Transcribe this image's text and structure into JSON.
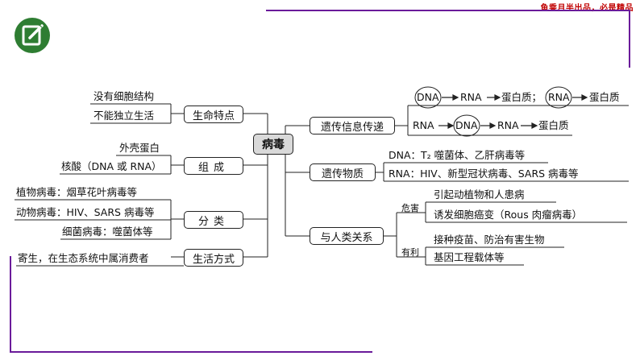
{
  "brand": "鱼乘月半出品，必是精品",
  "icons": {
    "note": "edit-note-icon"
  },
  "colors": {
    "frame": "#6a1b9a",
    "icon_bg": "#2e7d32",
    "brand_text": "#c00000",
    "center_fill": "#d9d9d9"
  },
  "center": "病毒",
  "left": {
    "features": {
      "label": "生命特点",
      "items": [
        "没有细胞结构",
        "不能独立生活"
      ]
    },
    "composition": {
      "label": "组成",
      "items": [
        "外壳蛋白",
        "核酸（DNA 或 RNA）"
      ]
    },
    "classification": {
      "label": "分类",
      "items": [
        "植物病毒：烟草花叶病毒等",
        "动物病毒：HIV、SARS 病毒等",
        "细菌病毒：噬菌体等"
      ]
    },
    "lifestyle": {
      "label": "生活方式",
      "item": "寄生，在生态系统中属消费者"
    }
  },
  "right": {
    "transfer": {
      "label": "遗传信息传递",
      "row1": {
        "a": "DNA",
        "b": "RNA",
        "c": "蛋白质；",
        "d": "RNA",
        "e": "蛋白质"
      },
      "row2": {
        "a": "RNA",
        "b": "DNA",
        "c": "RNA",
        "d": "蛋白质"
      }
    },
    "material": {
      "label": "遗传物质",
      "items": [
        "DNA：T₂ 噬菌体、乙肝病毒等",
        "RNA：HIV、新型冠状病毒、SARS 病毒等"
      ]
    },
    "relation": {
      "label": "与人类关系",
      "harm": {
        "label": "危害",
        "items": [
          "引起动植物和人患病",
          "诱发细胞癌变（Rous 肉瘤病毒）"
        ]
      },
      "benefit": {
        "label": "有利",
        "items": [
          "接种疫苗、防治有害生物",
          "基因工程载体等"
        ]
      }
    }
  }
}
